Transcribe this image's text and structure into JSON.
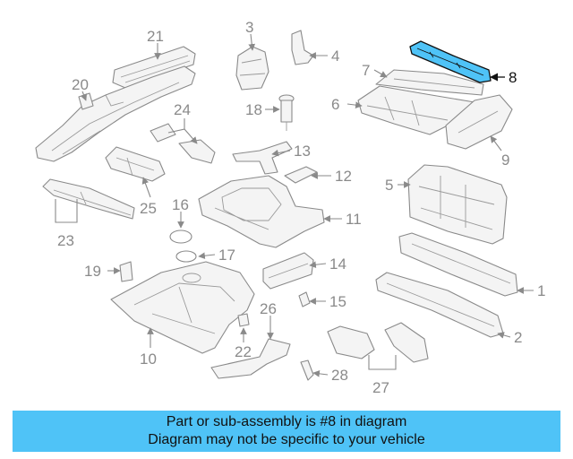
{
  "diagram": {
    "highlight_color": "#4fc3f7",
    "part_stroke_color": "#8a8a8a",
    "callouts": [
      "1",
      "2",
      "3",
      "4",
      "5",
      "6",
      "7",
      "8",
      "9",
      "10",
      "11",
      "12",
      "13",
      "14",
      "15",
      "16",
      "17",
      "18",
      "19",
      "20",
      "21",
      "22",
      "23",
      "24",
      "25",
      "26",
      "27",
      "28"
    ],
    "highlighted_part": "8"
  },
  "banner": {
    "line1": "Part or sub-assembly is #8 in diagram",
    "line2": "Diagram may not be specific to your vehicle"
  }
}
